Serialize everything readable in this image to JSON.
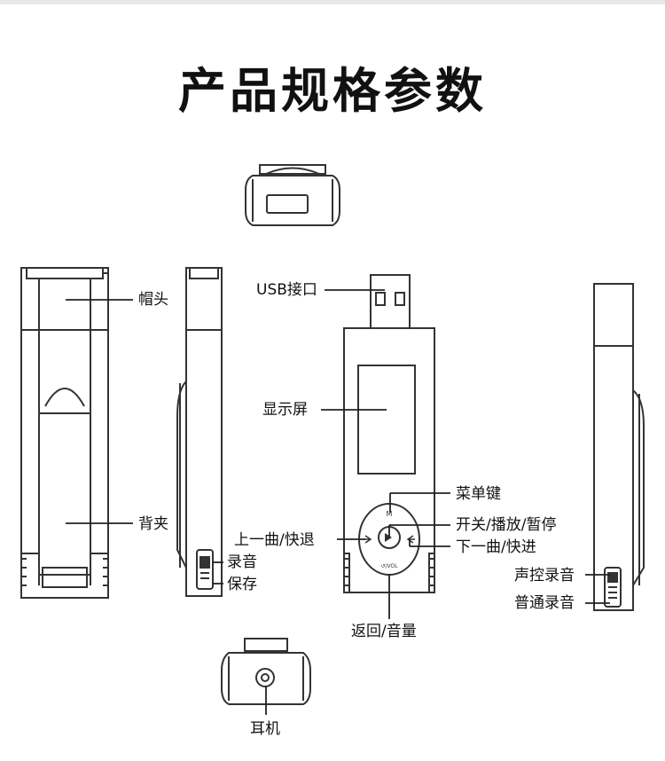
{
  "title": "产品规格参数",
  "labels": {
    "cap": "帽头",
    "clip": "背夹",
    "usb": "USB接口",
    "screen": "显示屏",
    "menu": "菜单键",
    "play": "开关/播放/暂停",
    "prev": "上一曲/快退",
    "next": "下一曲/快进",
    "record": "录音",
    "save": "保存",
    "voice_record": "声控录音",
    "normal_record": "普通录音",
    "back_volume": "返回/音量",
    "earphone": "耳机"
  },
  "button_marks": {
    "menu": "M",
    "vol": "↺/VOL"
  }
}
